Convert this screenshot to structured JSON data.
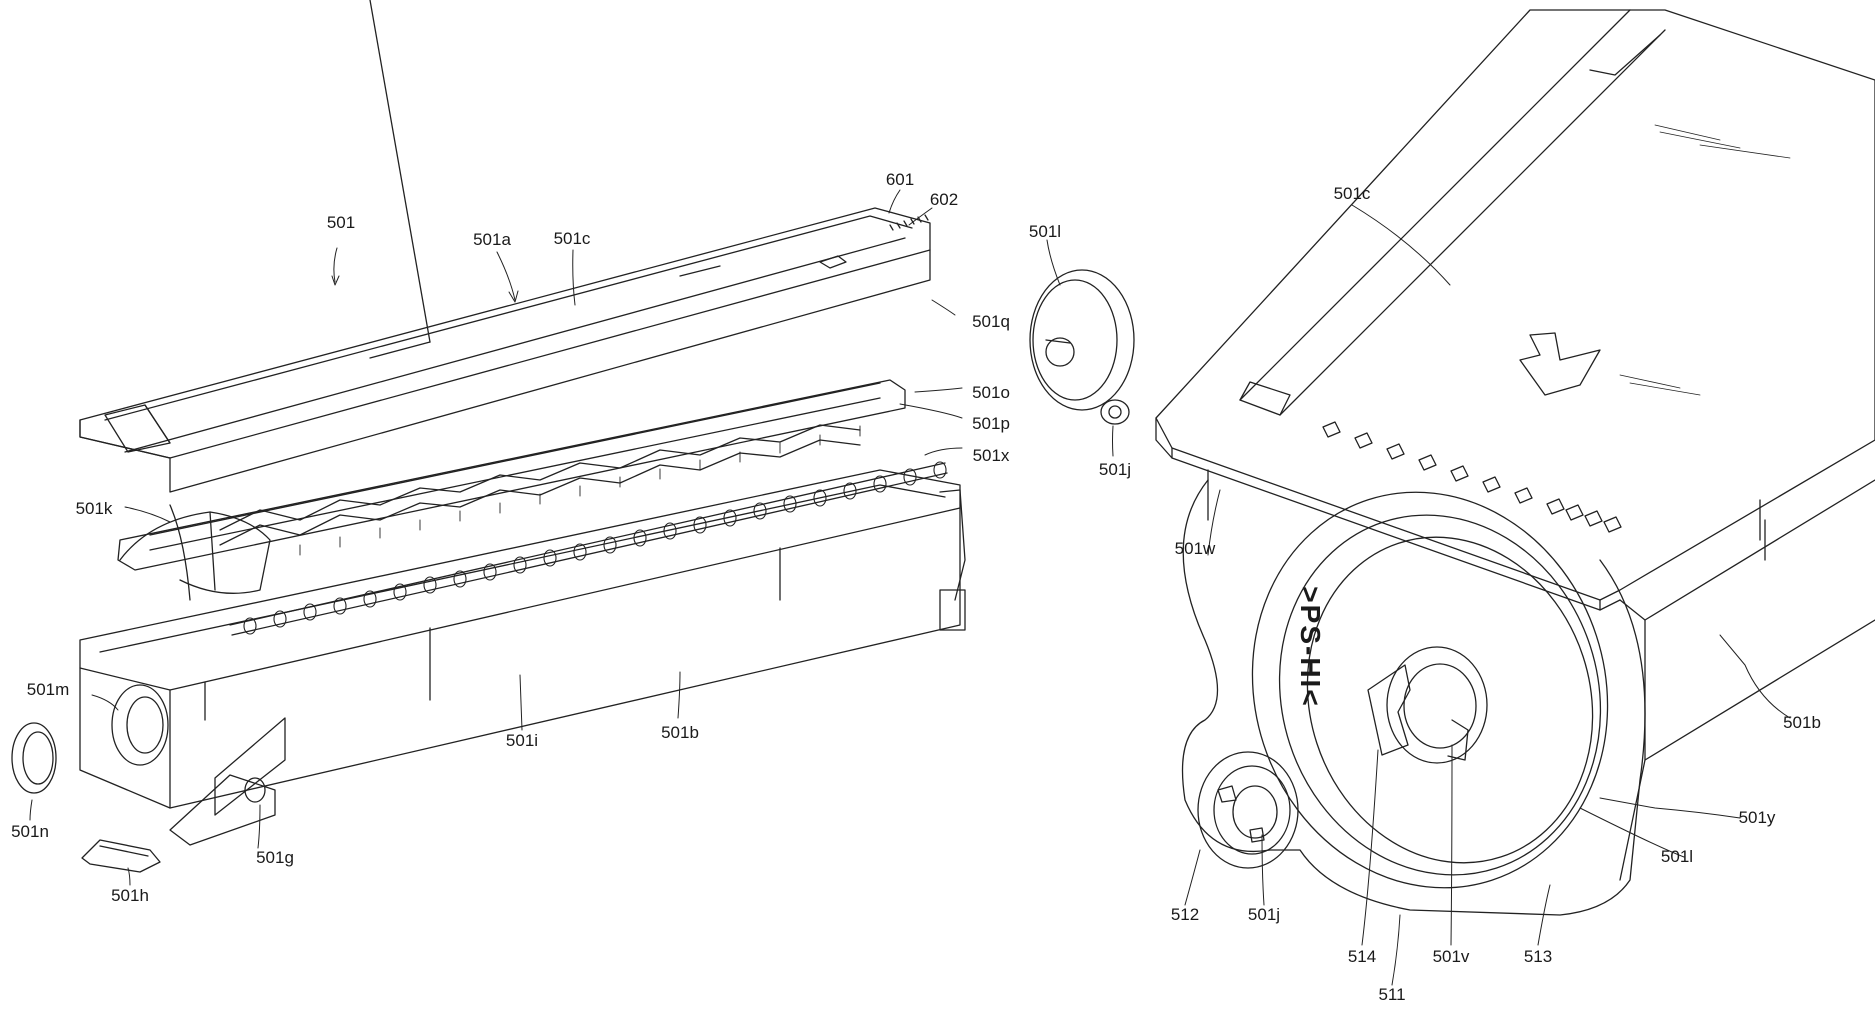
{
  "labels": [
    {
      "name": "label-501",
      "text": "501"
    },
    {
      "name": "label-501a",
      "text": "501a"
    },
    {
      "name": "label-501c-left",
      "text": "501c"
    },
    {
      "name": "label-601",
      "text": "601"
    },
    {
      "name": "label-602",
      "text": "602"
    },
    {
      "name": "label-501q",
      "text": "501q"
    },
    {
      "name": "label-501o",
      "text": "501o"
    },
    {
      "name": "label-501p",
      "text": "501p"
    },
    {
      "name": "label-501x",
      "text": "501x"
    },
    {
      "name": "label-501k",
      "text": "501k"
    },
    {
      "name": "label-501m",
      "text": "501m"
    },
    {
      "name": "label-501n",
      "text": "501n"
    },
    {
      "name": "label-501h",
      "text": "501h"
    },
    {
      "name": "label-501g",
      "text": "501g"
    },
    {
      "name": "label-501i",
      "text": "501i"
    },
    {
      "name": "label-501b-left",
      "text": "501b"
    },
    {
      "name": "label-501l-top",
      "text": "501l"
    },
    {
      "name": "label-501j-top",
      "text": "501j"
    },
    {
      "name": "label-501c-right",
      "text": "501c"
    },
    {
      "name": "label-501w",
      "text": "501w"
    },
    {
      "name": "label-501b-right",
      "text": "501b"
    },
    {
      "name": "label-501y",
      "text": "501y"
    },
    {
      "name": "label-501l-right",
      "text": "501l"
    },
    {
      "name": "label-512",
      "text": "512"
    },
    {
      "name": "label-501j-bottom",
      "text": "501j"
    },
    {
      "name": "label-514",
      "text": "514"
    },
    {
      "name": "label-501v",
      "text": "501v"
    },
    {
      "name": "label-513",
      "text": "513"
    },
    {
      "name": "label-511",
      "text": "511"
    }
  ],
  "cap_marking": ">PS-HI<"
}
